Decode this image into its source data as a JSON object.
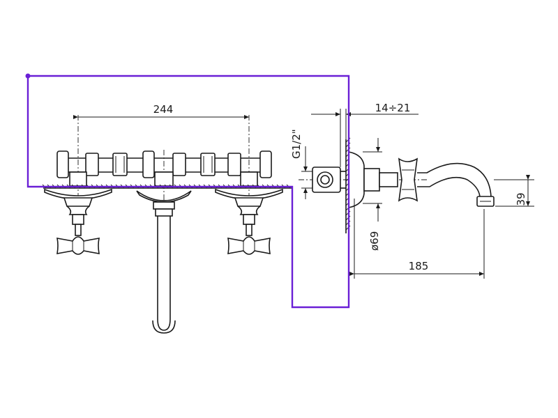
{
  "dimensions": {
    "handle_spacing": "244",
    "connection_thread": "G1/2\"",
    "wall_adjust": "14÷21",
    "flange_diameter": "ø69",
    "spout_projection": "185",
    "spout_height": "39"
  },
  "colors": {
    "line": "#1a1a1a",
    "selection": "#6a1fd6"
  }
}
